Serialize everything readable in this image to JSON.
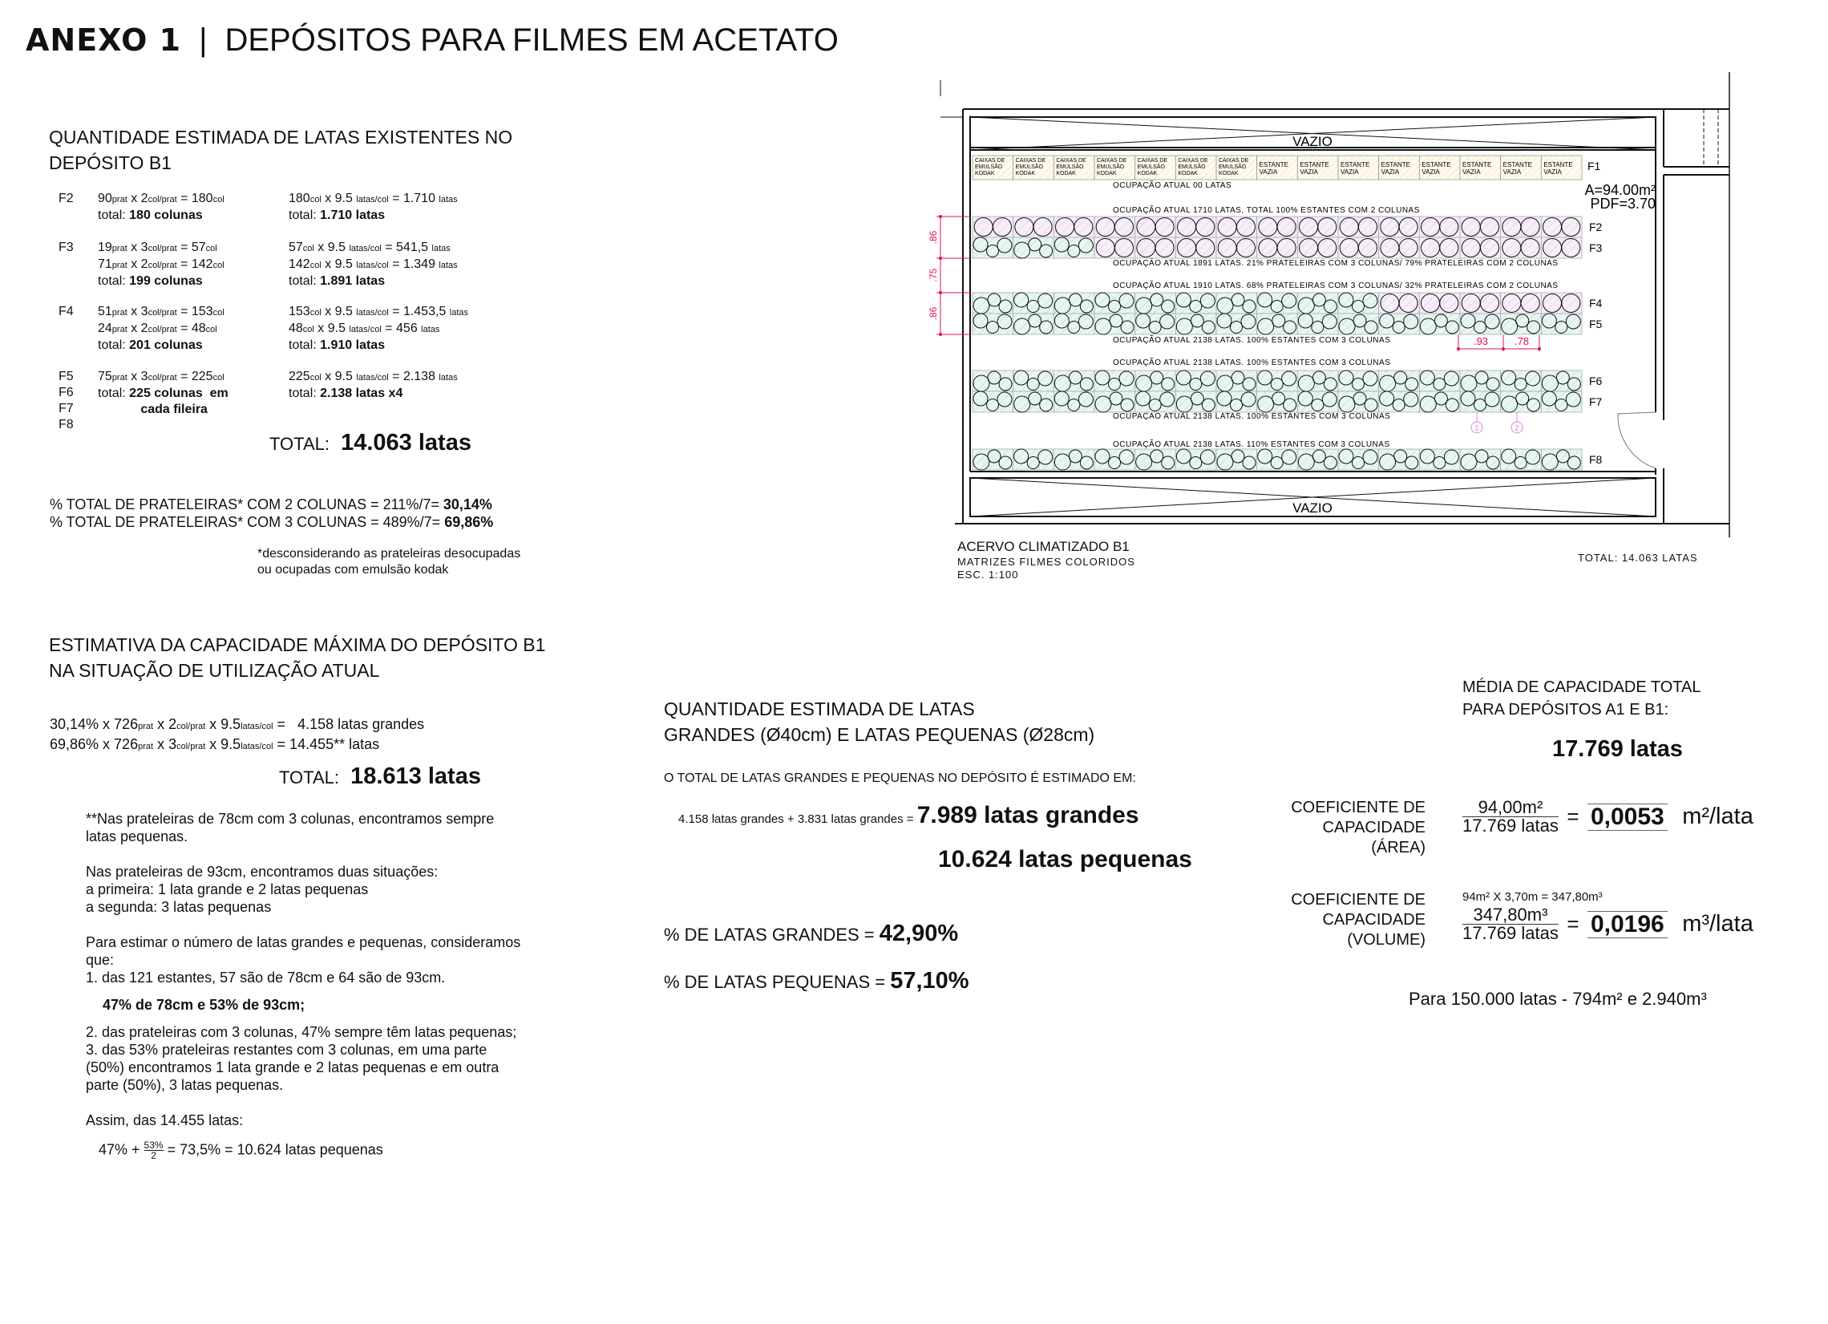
{
  "header": {
    "annex": "ANEXO 1",
    "separator": "|",
    "title": "DEPÓSITOS PARA FILMES EM ACETATO"
  },
  "section1": {
    "heading": [
      "QUANTIDADE ESTIMADA DE LATAS EXISTENTES NO",
      "DEPÓSITO B1"
    ],
    "groups": [
      {
        "labels": [
          "F2"
        ],
        "left": [
          [
            [
              "90",
              ""
            ],
            [
              "prat",
              "s"
            ],
            [
              " x 2",
              ""
            ],
            [
              "col/prat",
              "s"
            ],
            [
              " = 180",
              ""
            ],
            [
              "col",
              "s"
            ]
          ],
          [
            [
              "total: ",
              ""
            ],
            [
              "180 colunas",
              "b"
            ]
          ]
        ],
        "right": [
          [
            [
              "180",
              ""
            ],
            [
              "col",
              "s"
            ],
            [
              " x 9.5 ",
              ""
            ],
            [
              "latas/col",
              "s"
            ],
            [
              " = 1.710 ",
              ""
            ],
            [
              "latas",
              "s"
            ]
          ],
          [
            [
              "total: ",
              ""
            ],
            [
              "1.710 latas",
              "b"
            ]
          ]
        ]
      },
      {
        "labels": [
          "F3"
        ],
        "left": [
          [
            [
              "19",
              ""
            ],
            [
              "prat",
              "s"
            ],
            [
              " x 3",
              ""
            ],
            [
              "col/prat",
              "s"
            ],
            [
              " = 57",
              ""
            ],
            [
              "col",
              "s"
            ]
          ],
          [
            [
              "71",
              ""
            ],
            [
              "prat",
              "s"
            ],
            [
              " x 2",
              ""
            ],
            [
              "col/prat",
              "s"
            ],
            [
              " = 142",
              ""
            ],
            [
              "col",
              "s"
            ]
          ],
          [
            [
              "total: ",
              ""
            ],
            [
              "199 colunas",
              "b"
            ]
          ]
        ],
        "right": [
          [
            [
              "57",
              ""
            ],
            [
              "col",
              "s"
            ],
            [
              " x 9.5 ",
              ""
            ],
            [
              "latas/col",
              "s"
            ],
            [
              " = 541,5 ",
              ""
            ],
            [
              "latas",
              "s"
            ]
          ],
          [
            [
              "142",
              ""
            ],
            [
              "col",
              "s"
            ],
            [
              " x 9.5 ",
              ""
            ],
            [
              "latas/col",
              "s"
            ],
            [
              " = 1.349 ",
              ""
            ],
            [
              "latas",
              "s"
            ]
          ],
          [
            [
              "total: ",
              ""
            ],
            [
              "1.891 latas",
              "b"
            ]
          ]
        ]
      },
      {
        "labels": [
          "F4"
        ],
        "left": [
          [
            [
              "51",
              ""
            ],
            [
              "prat",
              "s"
            ],
            [
              " x 3",
              ""
            ],
            [
              "col/prat",
              "s"
            ],
            [
              " = 153",
              ""
            ],
            [
              "col",
              "s"
            ]
          ],
          [
            [
              "24",
              ""
            ],
            [
              "prat",
              "s"
            ],
            [
              " x 2",
              ""
            ],
            [
              "col/prat",
              "s"
            ],
            [
              " = 48",
              ""
            ],
            [
              "col",
              "s"
            ]
          ],
          [
            [
              "total: ",
              ""
            ],
            [
              "201 colunas",
              "b"
            ]
          ]
        ],
        "right": [
          [
            [
              "153",
              ""
            ],
            [
              "col",
              "s"
            ],
            [
              " x 9.5 ",
              ""
            ],
            [
              "latas/col",
              "s"
            ],
            [
              " = 1.453,5 ",
              ""
            ],
            [
              "latas",
              "s"
            ]
          ],
          [
            [
              "48",
              ""
            ],
            [
              "col",
              "s"
            ],
            [
              " x 9.5 ",
              ""
            ],
            [
              "latas/col",
              "s"
            ],
            [
              " = 456 ",
              ""
            ],
            [
              "latas",
              "s"
            ]
          ],
          [
            [
              "total: ",
              ""
            ],
            [
              "1.910 latas",
              "b"
            ]
          ]
        ]
      },
      {
        "labels": [
          "F5",
          "F6",
          "F7",
          "F8"
        ],
        "left": [
          [
            [
              "75",
              ""
            ],
            [
              "prat",
              "s"
            ],
            [
              " x 3",
              ""
            ],
            [
              "col/prat",
              "s"
            ],
            [
              " = 225",
              ""
            ],
            [
              "col",
              "s"
            ]
          ],
          [
            [
              "total: ",
              ""
            ],
            [
              "225 colunas  em",
              "b"
            ]
          ],
          [
            [
              "            cada fileira",
              "b"
            ]
          ]
        ],
        "right": [
          [
            [
              "225",
              ""
            ],
            [
              "col",
              "s"
            ],
            [
              " x 9.5 ",
              ""
            ],
            [
              "latas/col",
              "s"
            ],
            [
              " = 2.138 ",
              ""
            ],
            [
              "latas",
              "s"
            ]
          ],
          [
            [
              "total: ",
              ""
            ],
            [
              "2.138 latas x4",
              "b"
            ]
          ]
        ]
      }
    ],
    "total_label": "TOTAL:",
    "total_value": "14.063 latas",
    "pct": [
      {
        "text": "% TOTAL DE PRATELEIRAS* COM 2 COLUNAS = 211%/7= ",
        "value": "30,14%"
      },
      {
        "text": "% TOTAL DE PRATELEIRAS* COM 3 COLUNAS = 489%/7= ",
        "value": "69,86%"
      }
    ],
    "footnote": [
      "*desconsiderando as prateleiras desocupadas",
      "ou ocupadas com emulsão kodak"
    ]
  },
  "section2": {
    "heading": [
      "ESTIMATIVA DA CAPACIDADE MÁXIMA DO DEPÓSITO B1",
      "NA SITUAÇÃO DE UTILIZAÇÃO ATUAL"
    ],
    "formulas": [
      [
        [
          "30,14% x 726",
          ""
        ],
        [
          "prat",
          "s"
        ],
        [
          " x 2",
          ""
        ],
        [
          "col/prat",
          "s"
        ],
        [
          " x 9.5",
          ""
        ],
        [
          "latas/col",
          "s"
        ],
        [
          " =   4.158 latas grandes",
          ""
        ]
      ],
      [
        [
          "69,86% x 726",
          ""
        ],
        [
          "prat",
          "s"
        ],
        [
          " x 3",
          ""
        ],
        [
          "col/prat",
          "s"
        ],
        [
          " x 9.5",
          ""
        ],
        [
          "latas/col",
          "s"
        ],
        [
          " = 14.455** latas",
          ""
        ]
      ]
    ],
    "total_label": "TOTAL:",
    "total_value": "18.613 latas",
    "notes": [
      "**Nas prateleiras de 78cm com 3 colunas, encontramos sempre",
      "latas pequenas.",
      "",
      "Nas prateleiras de 93cm, encontramos duas situações:",
      "a primeira:  1 lata grande e 2 latas pequenas",
      "a segunda:  3 latas pequenas",
      "",
      "Para estimar o número de latas grandes e pequenas, consideramos",
      "que:",
      "1. das 121 estantes, 57 são de 78cm e 64 são de 93cm."
    ],
    "bold_note": "47% de 78cm e 53% de 93cm;",
    "notes2": [
      "2. das prateleiras com 3 colunas, 47% sempre têm latas pequenas;",
      "3. das 53% prateleiras restantes com 3 colunas, em uma parte",
      "(50%) encontramos 1 lata grande e 2 latas pequenas e em outra",
      "parte (50%), 3 latas pequenas.",
      "",
      "Assim, das 14.455 latas:"
    ],
    "final": {
      "a": "47% + ",
      "num": "53%",
      "den": "2",
      "b": "  = 73,5% = 10.624 latas pequenas"
    }
  },
  "section3": {
    "heading": [
      "QUANTIDADE ESTIMADA DE LATAS",
      "GRANDES (Ø40cm) E LATAS PEQUENAS (Ø28cm)"
    ],
    "intro": "O TOTAL DE LATAS GRANDES E PEQUENAS NO DEPÓSITO É ESTIMADO EM:",
    "sum": "4.158 latas grandes + 3.831 latas grandes  = ",
    "large": "7.989 latas grandes",
    "small": "10.624 latas pequenas",
    "pct_large_label": "% DE LATAS GRANDES   =  ",
    "pct_large": "42,90%",
    "pct_small_label": "% DE LATAS PEQUENAS  =  ",
    "pct_small": "57,10%"
  },
  "section4": {
    "heading": [
      "MÉDIA DE CAPACIDADE TOTAL",
      "PARA DEPÓSITOS A1 E B1:"
    ],
    "value": "17.769 latas",
    "area": {
      "label": [
        "COEFICIENTE DE",
        "CAPACIDADE",
        "(ÁREA)"
      ],
      "num": "94,00m²",
      "den": "17.769 latas",
      "eq": "=",
      "result": "0,0053",
      "unit": "m²/lata"
    },
    "volume": {
      "label": [
        "COEFICIENTE DE",
        "CAPACIDADE",
        "(VOLUME)"
      ],
      "pre": "94m² X 3,70m = 347,80m³",
      "num": "347,80m³",
      "den": "17.769 latas",
      "eq": "=",
      "result": "0,0196",
      "unit": "m³/lata"
    },
    "projection": "Para 150.000 latas  - 794m² e 2.940m³"
  },
  "drawing": {
    "vazio": "VAZIO",
    "f1_cells": [
      "CAIXAS DE|EMULSÃO|KODAK",
      "CAIXAS DE|EMULSÃO|KODAK",
      "CAIXAS DE|EMULSÃO|KODAK",
      "CAIXAS DE|EMULSÃO|KODAK",
      "CAIXAS DE|EMULSÃO|KODAK",
      "CAIXAS DE|EMULSÃO|KODAK",
      "CAIXAS DE|EMULSÃO|KODAK",
      "ESTANTE|VAZIA",
      "ESTANTE|VAZIA",
      "ESTANTE|VAZIA",
      "ESTANTE|VAZIA",
      "ESTANTE|VAZIA",
      "ESTANTE|VAZIA",
      "ESTANTE|VAZIA",
      "ESTANTE|VAZIA"
    ],
    "area": "A=94.00m²",
    "pdf": "PDF=3.70",
    "rows": [
      {
        "label": "F2",
        "cols": [
          2,
          2,
          2,
          2,
          2,
          2,
          2,
          2,
          2,
          2,
          2,
          2,
          2,
          2,
          2
        ]
      },
      {
        "label": "F3",
        "cols": [
          3,
          3,
          3,
          2,
          2,
          2,
          2,
          2,
          2,
          2,
          2,
          2,
          2,
          2,
          2
        ]
      },
      {
        "label": "F4",
        "cols": [
          3,
          3,
          3,
          3,
          3,
          3,
          3,
          3,
          3,
          3,
          2,
          2,
          2,
          2,
          2
        ]
      },
      {
        "label": "F5",
        "cols": [
          3,
          3,
          3,
          3,
          3,
          3,
          3,
          3,
          3,
          3,
          3,
          3,
          3,
          3,
          3
        ]
      },
      {
        "label": "F6",
        "cols": [
          3,
          3,
          3,
          3,
          3,
          3,
          3,
          3,
          3,
          3,
          3,
          3,
          3,
          3,
          3
        ]
      },
      {
        "label": "F7",
        "cols": [
          3,
          3,
          3,
          3,
          3,
          3,
          3,
          3,
          3,
          3,
          3,
          3,
          3,
          3,
          3
        ]
      },
      {
        "label": "F8",
        "cols": [
          3,
          3,
          3,
          3,
          3,
          3,
          3,
          3,
          3,
          3,
          3,
          3,
          3,
          3,
          3
        ]
      }
    ],
    "f1_label": "F1",
    "occupancy": [
      "OCUPAÇÃO ATUAL 00 LATAS",
      "OCUPAÇÃO ATUAL 1710 LATAS, TOTAL 100% ESTANTES COM 2 COLUNAS",
      "OCUPAÇÃO ATUAL 1891 LATAS. 21% PRATELEIRAS COM 3 COLUNAS/ 79% PRATELEIRAS COM 2 COLUNAS",
      "OCUPAÇÃO ATUAL 1910 LATAS. 68% PRATELEIRAS COM 3 COLUNAS/ 32% PRATELEIRAS COM 2 COLUNAS",
      "OCUPAÇÃO ATUAL 2138 LATAS. 100% ESTANTES COM 3 COLUNAS",
      "OCUPAÇÃO ATUAL 2138 LATAS. 100% ESTANTES COM 3 COLUNAS",
      "OCUPAÇÃO ATUAL 2138 LATAS. 100% ESTANTES COM 3 COLUNAS",
      "OCUPAÇÃO ATUAL 2138 LATAS. 110% ESTANTES COM 3 COLUNAS"
    ],
    "dims_vertical": [
      ".86",
      ".75",
      ".86"
    ],
    "dims_horizontal": [
      ".93",
      ".78"
    ],
    "markers": [
      "1",
      "2"
    ],
    "caption": {
      "title": "ACERVO  CLIMATIZADO  B1",
      "sub": "MATRIZES  FILMES  COLORIDOS",
      "scale": "ESC.  1:100",
      "total": "TOTAL:  14.063  LATAS"
    },
    "colors": {
      "two_col": "#e9d9ee",
      "three_col": "#cfece4",
      "dims": "#e0105a",
      "marker": "#e080e0"
    }
  }
}
